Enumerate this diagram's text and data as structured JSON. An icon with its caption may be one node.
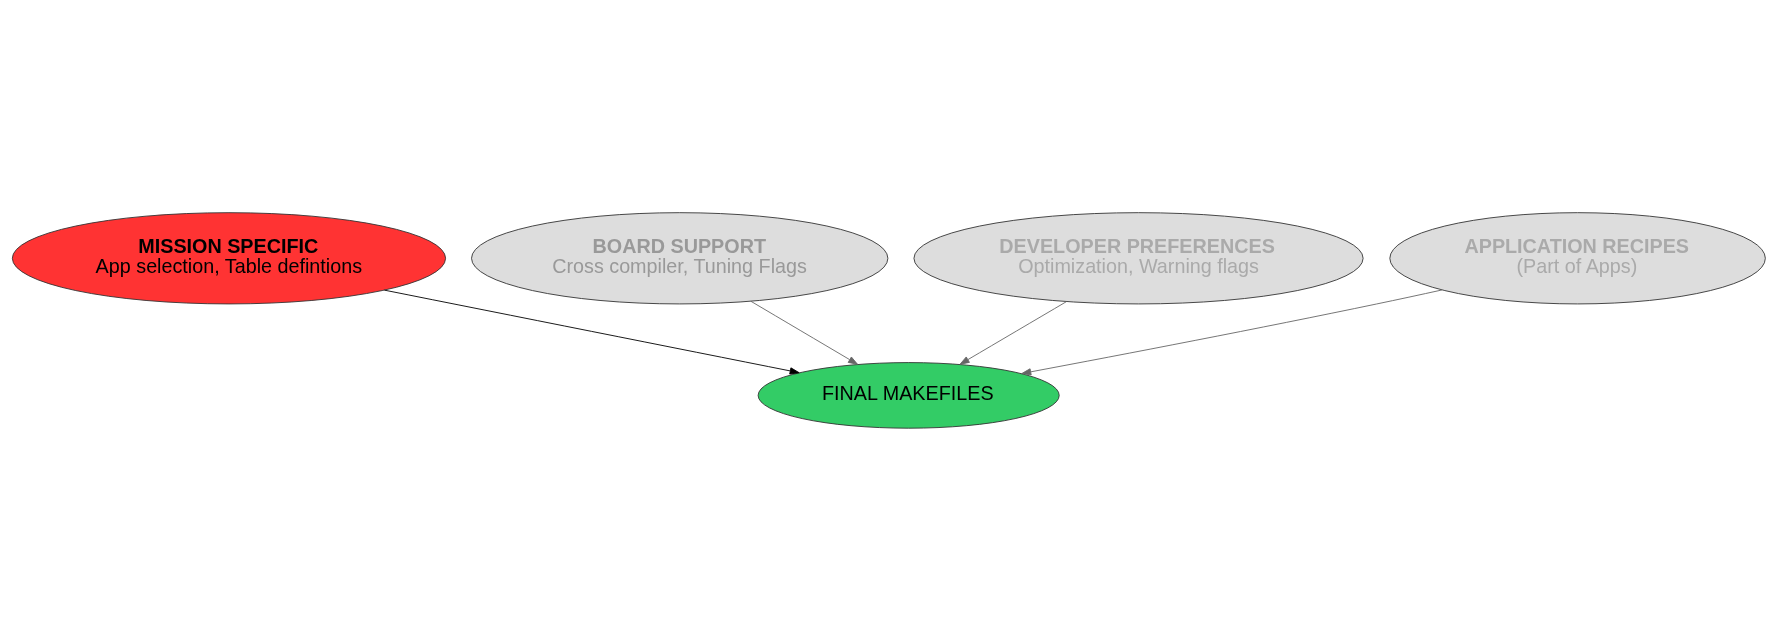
{
  "diagram": {
    "nodes": [
      {
        "text": [
          "MISSION SPECIFIC",
          "App selection, Table defintions"
        ]
      },
      {
        "text": [
          "BOARD SUPPORT",
          "Cross compiler, Tuning Flags"
        ]
      },
      {
        "text": [
          "DEVELOPER PREFERENCES",
          "Optimization, Warning flags"
        ]
      },
      {
        "text": [
          "APPLICATION RECIPES",
          "(Part of Apps)"
        ]
      },
      {
        "text": [
          "FINAL MAKEFILES"
        ]
      }
    ],
    "edges": [
      {
        "from": 0,
        "to": 4,
        "arrow": "to",
        "color": "#000000"
      },
      {
        "from": 1,
        "to": 4,
        "arrow": "to"
      },
      {
        "from": 2,
        "to": 4,
        "arrow": "to"
      },
      {
        "from": 3,
        "to": 4,
        "arrow": "to"
      }
    ]
  }
}
